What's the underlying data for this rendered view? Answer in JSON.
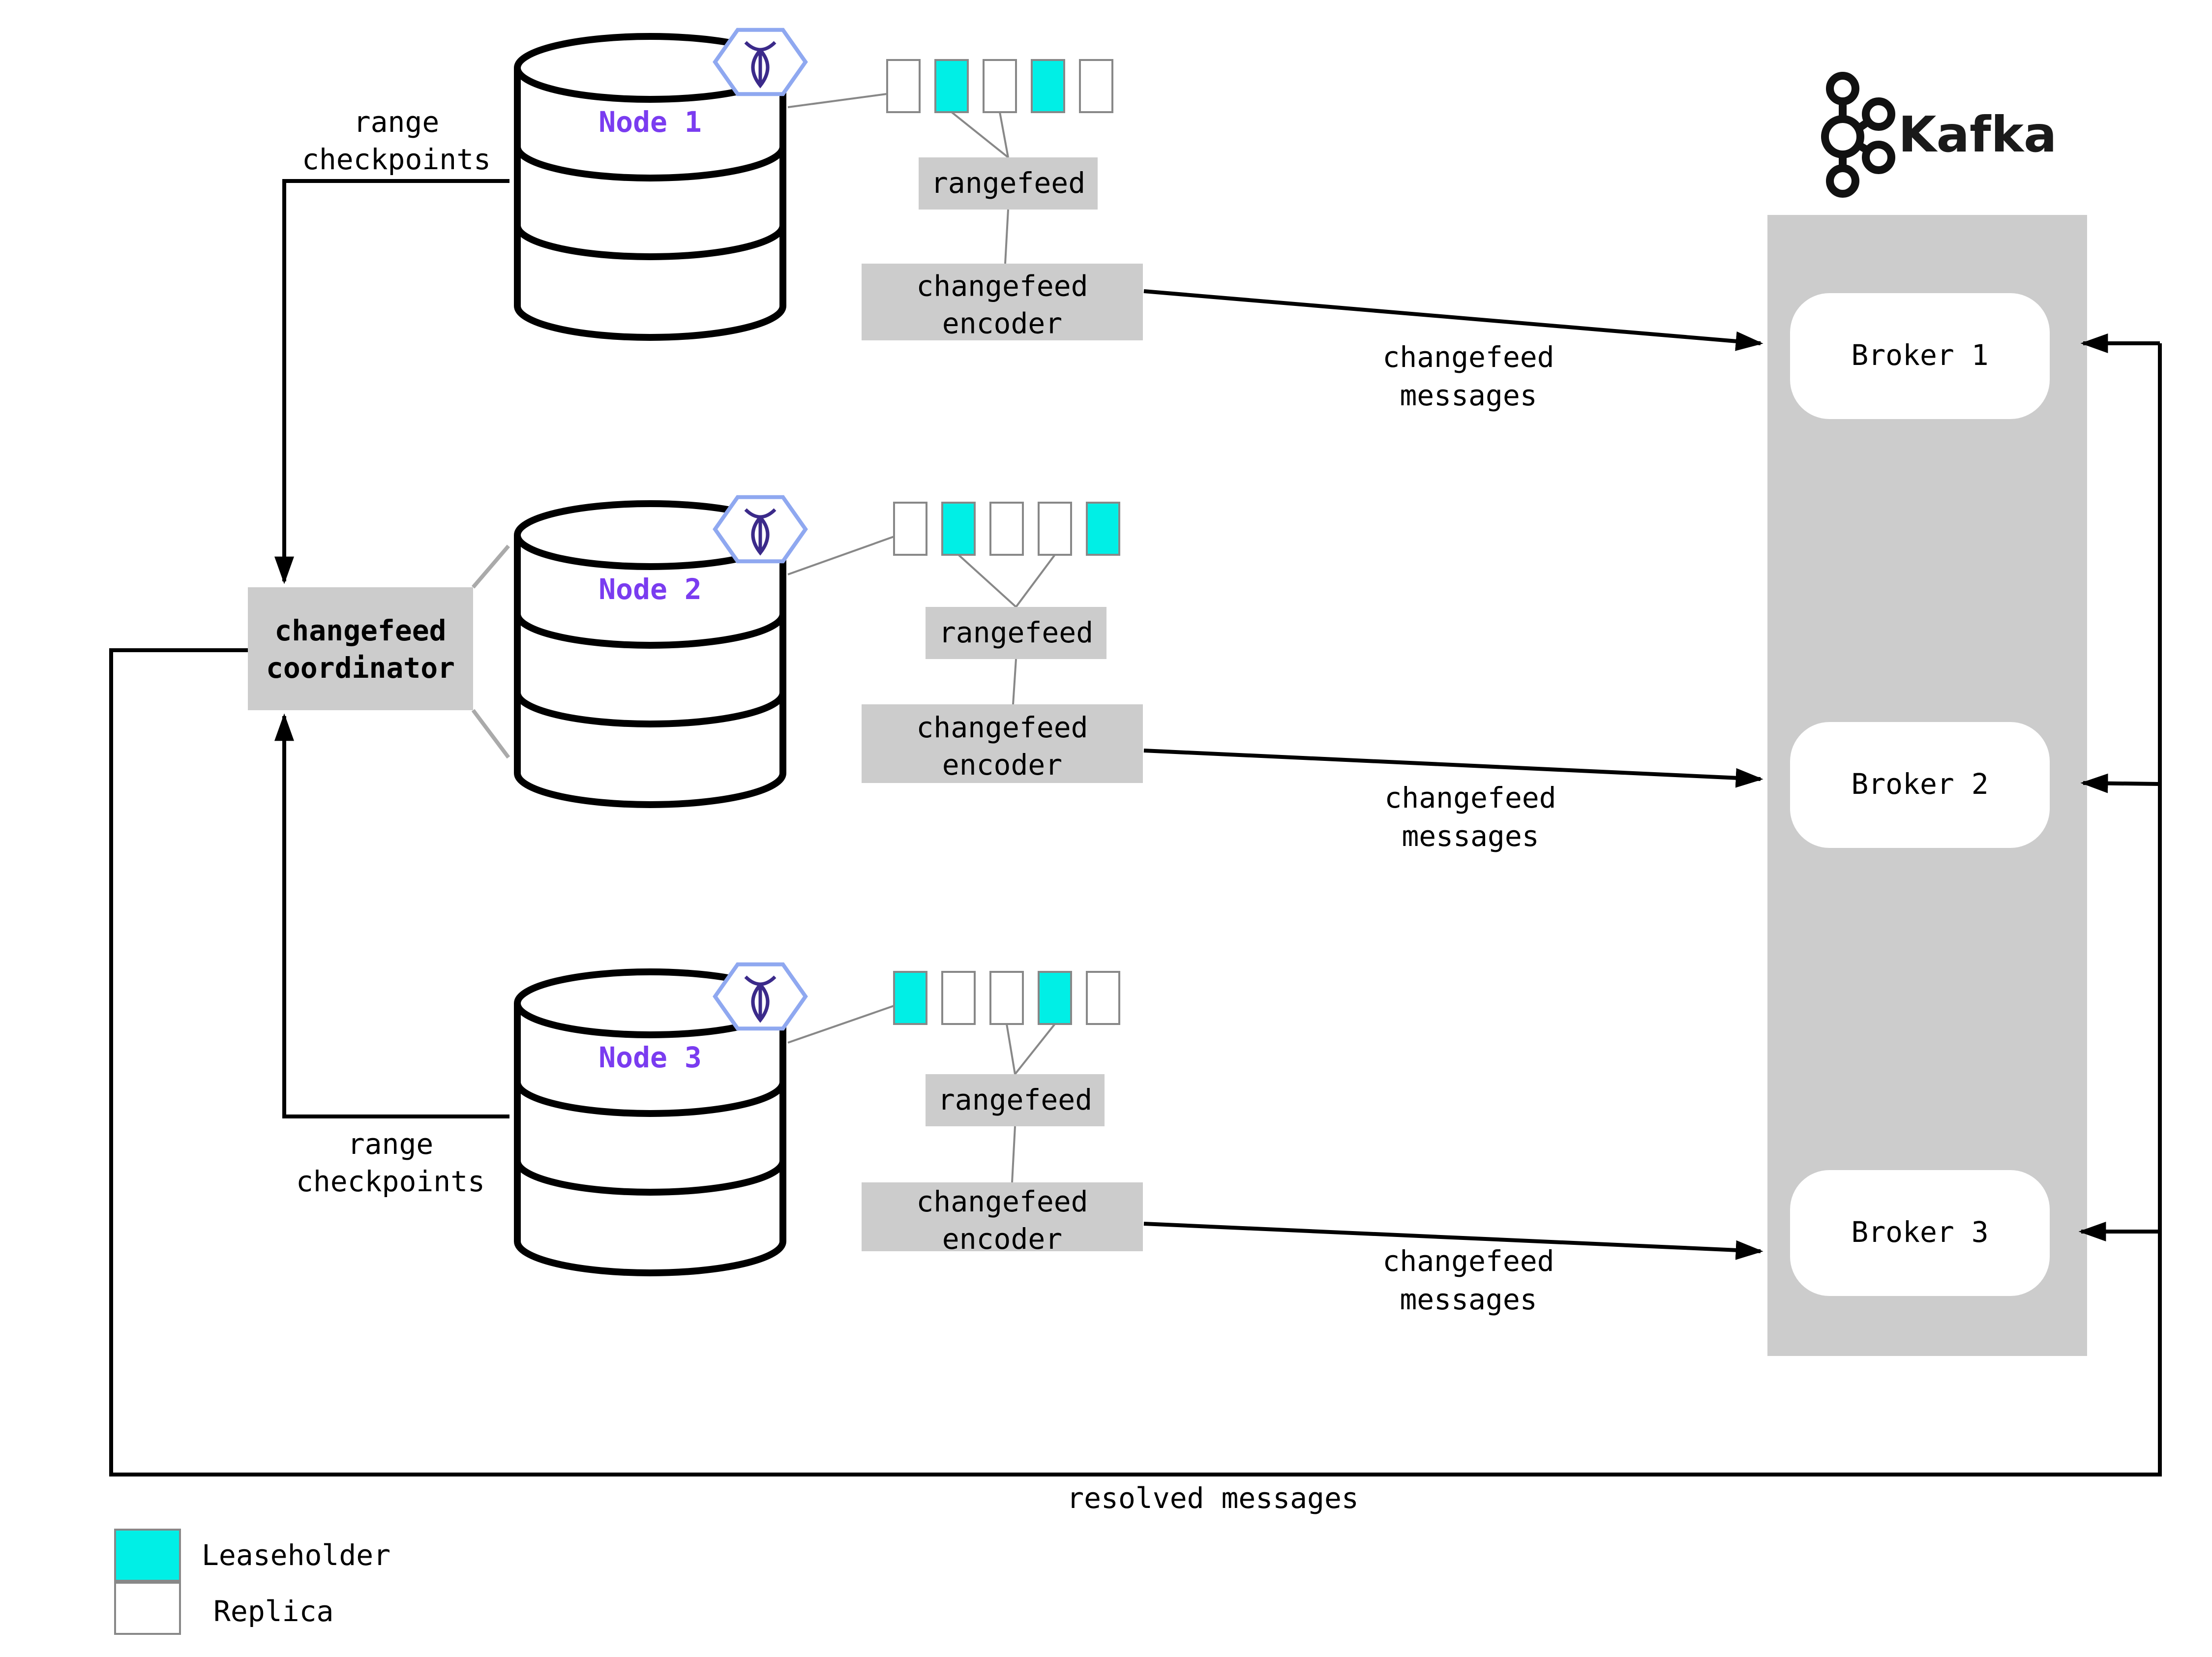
{
  "colors": {
    "leaseholder": "#00efe6",
    "replica": "#ffffff",
    "process_box": "#cccccc",
    "node_label": "#7a3cf0",
    "kafka_panel": "#cccccc"
  },
  "coordinator": {
    "line1": "changefeed",
    "line2": "coordinator"
  },
  "range_checkpoints_top": {
    "line1": "range",
    "line2": "checkpoints"
  },
  "range_checkpoints_bottom": {
    "line1": "range",
    "line2": "checkpoints"
  },
  "nodes": [
    {
      "label": "Node 1",
      "ranges": [
        "replica",
        "leaseholder",
        "replica",
        "leaseholder",
        "replica"
      ],
      "rangefeed": "rangefeed",
      "encoder": {
        "line1": "changefeed",
        "line2": "encoder"
      },
      "messages": {
        "line1": "changefeed",
        "line2": "messages"
      }
    },
    {
      "label": "Node 2",
      "ranges": [
        "replica",
        "leaseholder",
        "replica",
        "replica",
        "leaseholder"
      ],
      "rangefeed": "rangefeed",
      "encoder": {
        "line1": "changefeed",
        "line2": "encoder"
      },
      "messages": {
        "line1": "changefeed",
        "line2": "messages"
      }
    },
    {
      "label": "Node 3",
      "ranges": [
        "leaseholder",
        "replica",
        "replica",
        "leaseholder",
        "replica"
      ],
      "rangefeed": "rangefeed",
      "encoder": {
        "line1": "changefeed",
        "line2": "encoder"
      },
      "messages": {
        "line1": "changefeed",
        "line2": "messages"
      }
    }
  ],
  "kafka": {
    "name": "Kafka",
    "icon": "kafka-logo-icon",
    "brokers": [
      "Broker 1",
      "Broker 2",
      "Broker 3"
    ]
  },
  "resolved_messages": "resolved messages",
  "legend": {
    "leaseholder": "Leaseholder",
    "replica": "Replica"
  }
}
